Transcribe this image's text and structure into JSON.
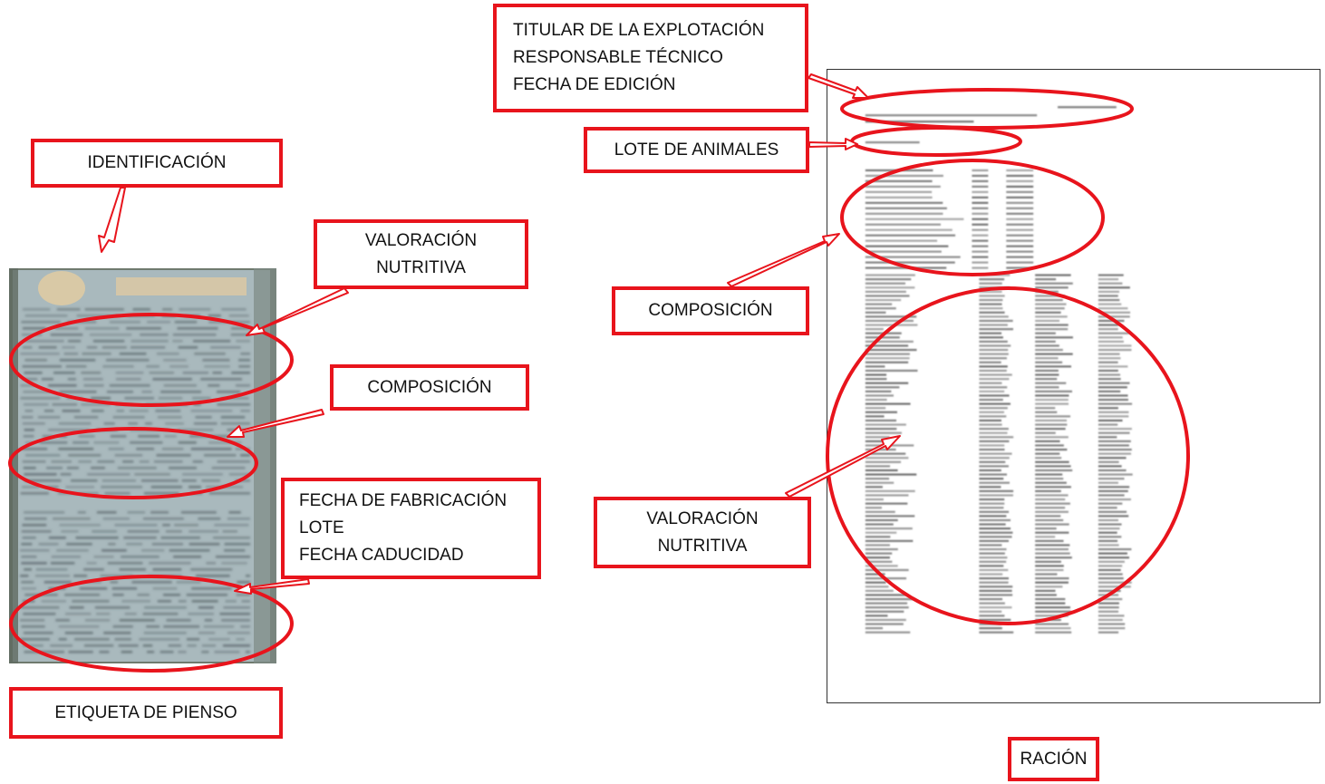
{
  "colors": {
    "accent": "#e8141c",
    "label_paper": "#a9b9bd",
    "document_border": "#333333"
  },
  "left": {
    "caption": "ETIQUETA DE PIENSO",
    "callouts": {
      "identificacion": [
        "IDENTIFICACIÓN"
      ],
      "valoracion": [
        "VALORACIÓN",
        "NUTRITIVA"
      ],
      "composicion": [
        "COMPOSICIÓN"
      ],
      "fabricacion": [
        "FECHA DE FABRICACIÓN",
        "LOTE",
        "FECHA CADUCIDAD"
      ]
    }
  },
  "right": {
    "caption": "RACIÓN",
    "callouts": {
      "titular": [
        "TITULAR DE LA EXPLOTACIÓN",
        "RESPONSABLE TÉCNICO",
        "FECHA DE EDICIÓN"
      ],
      "lote": [
        "LOTE DE ANIMALES"
      ],
      "composicion": [
        "COMPOSICIÓN"
      ],
      "valoracion": [
        "VALORACIÓN",
        "NUTRITIVA"
      ]
    }
  }
}
